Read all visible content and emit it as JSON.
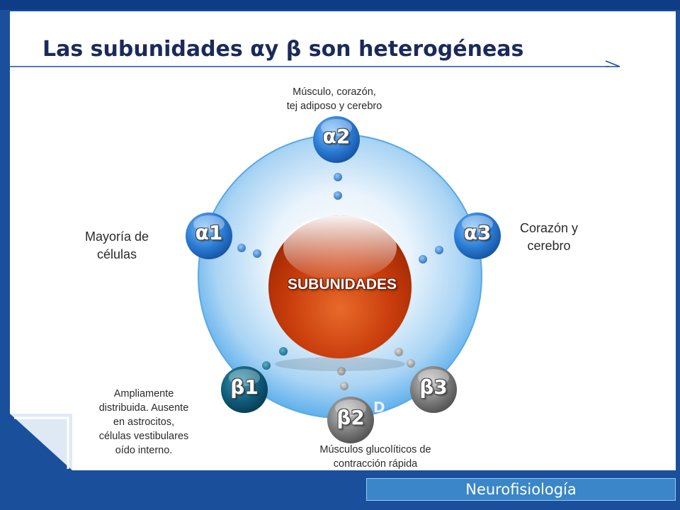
{
  "slide": {
    "title": "Las subunidades αy β son heterogéneas",
    "center": "SUBUNIDADES",
    "footer": "Neurofisiología"
  },
  "nodes": [
    {
      "id": "alpha2",
      "label": "α2",
      "description": "Músculo, corazón,\ntej adiposo y cerebro"
    },
    {
      "id": "alpha3",
      "label": "α3",
      "description": "Corazón y\ncerebro"
    },
    {
      "id": "beta3",
      "label": "β3",
      "description": ""
    },
    {
      "id": "beta2",
      "label": "β2",
      "description": "Músculos glucolíticos de\ncontracción rápida"
    },
    {
      "id": "beta1",
      "label": "β1",
      "description": "Ampliamente\ndistribuida. Ausente\nen astrocitos,\ncélulas vestibulares\noído interno."
    },
    {
      "id": "alpha1",
      "label": "α1",
      "description": "Mayoría de\ncélulas"
    }
  ],
  "colors": {
    "frame": "#1a4f9c",
    "ring": "#6db8ef",
    "center_sphere": "#d84a12",
    "alpha_node": "#2e7fd6",
    "beta1_node": "#0f5a7a",
    "beta23_node": "#7a7a7a",
    "footer_bar": "#3a86c8"
  }
}
